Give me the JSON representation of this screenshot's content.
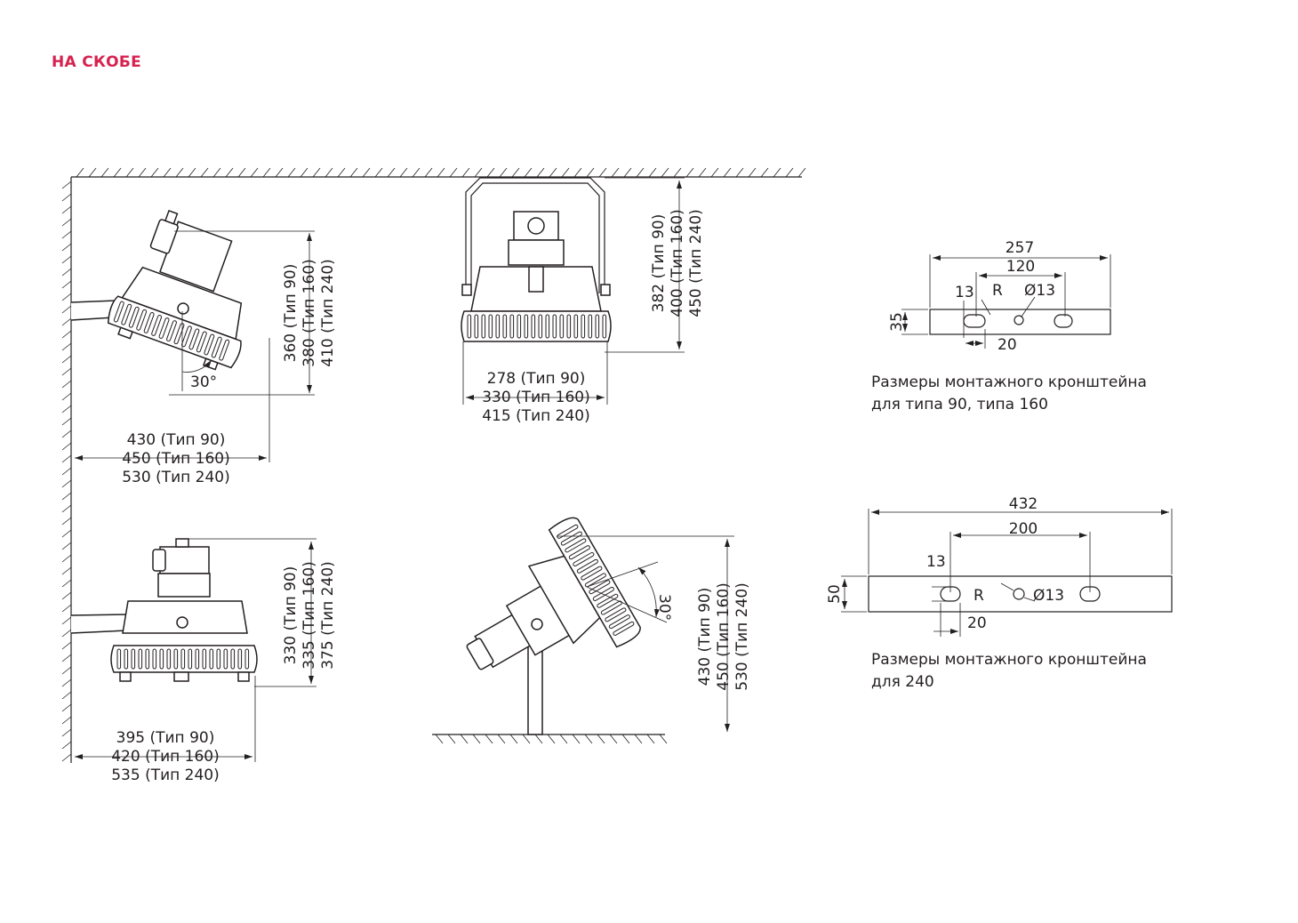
{
  "title": "НА СКОБЕ",
  "views": {
    "wall_tilted": {
      "width": [
        "430 (Тип 90)",
        "450 (Тип 160)",
        "530 (Тип 240)"
      ],
      "height": [
        "360 (Тип 90)",
        "380 (Тип 160)",
        "410 (Тип 240)"
      ],
      "angle": "30°"
    },
    "ceiling": {
      "width": [
        "278 (Тип 90)",
        "330 (Тип 160)",
        "415 (Тип 240)"
      ],
      "height": [
        "382 (Тип 90)",
        "400 (Тип 160)",
        "450 (Тип 240)"
      ]
    },
    "wall_horizontal": {
      "width": [
        "395 (Тип 90)",
        "420 (Тип 160)",
        "535 (Тип 240)"
      ],
      "height": [
        "330 (Тип 90)",
        "335 (Тип 160)",
        "375 (Тип 240)"
      ]
    },
    "floor_tilted": {
      "height": [
        "430 (Тип 90)",
        "450 (Тип 160)",
        "530 (Тип 240)"
      ],
      "angle": "30°"
    }
  },
  "bracket_small": {
    "length": "257",
    "hole_spacing": "120",
    "offset": "13",
    "radius": "R",
    "hole_dia": "Ø13",
    "height": "35",
    "slot": "20",
    "caption": [
      "Размеры монтажного кронштейна",
      "для типа 90, типа 160"
    ]
  },
  "bracket_large": {
    "length": "432",
    "hole_spacing": "200",
    "offset": "13",
    "radius": "R",
    "hole_dia": "Ø13",
    "height": "50",
    "slot": "20",
    "caption": [
      "Размеры монтажного кронштейна",
      "для 240"
    ]
  }
}
